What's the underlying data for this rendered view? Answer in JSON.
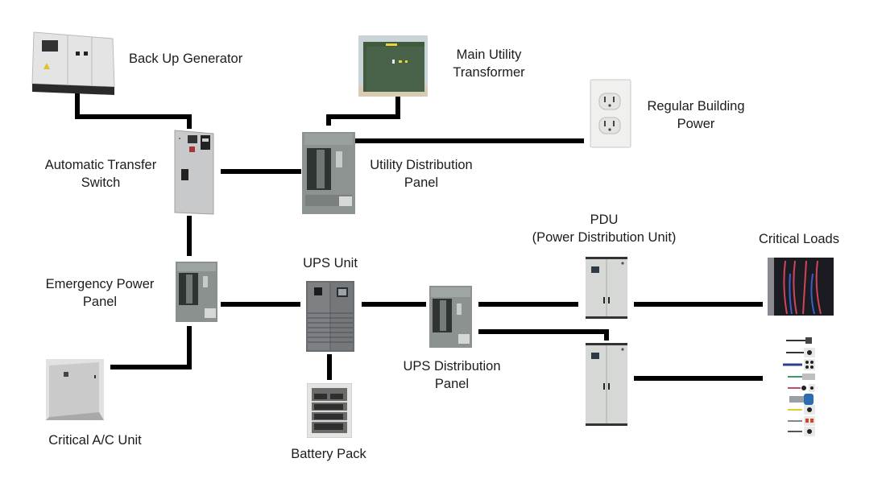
{
  "diagram": {
    "type": "power-distribution-flow",
    "components": {
      "generator": {
        "label_lines": [
          "Back Up Generator"
        ]
      },
      "transformer": {
        "label_lines": [
          "Main Utility",
          "Transformer"
        ]
      },
      "building_power": {
        "label_lines": [
          "Regular Building",
          "Power"
        ]
      },
      "ats": {
        "label_lines": [
          "Automatic Transfer",
          "Switch"
        ]
      },
      "utility_panel": {
        "label_lines": [
          "Utility Distribution",
          "Panel"
        ]
      },
      "emergency_panel": {
        "label_lines": [
          "Emergency Power",
          "Panel"
        ]
      },
      "ups_unit": {
        "label_lines": [
          "UPS Unit"
        ]
      },
      "ups_panel": {
        "label_lines": [
          "UPS Distribution",
          "Panel"
        ]
      },
      "pdu": {
        "label_lines": [
          "PDU",
          "(Power Distribution Unit)"
        ]
      },
      "critical_loads": {
        "label_lines": [
          "Critical Loads"
        ]
      },
      "ac_unit": {
        "label_lines": [
          "Critical A/C Unit"
        ]
      },
      "battery_pack": {
        "label_lines": [
          "Battery Pack"
        ]
      }
    },
    "connections": [
      [
        "generator",
        "ats"
      ],
      [
        "transformer",
        "utility_panel"
      ],
      [
        "utility_panel",
        "building_power"
      ],
      [
        "ats",
        "utility_panel"
      ],
      [
        "ats",
        "emergency_panel"
      ],
      [
        "emergency_panel",
        "ups_unit"
      ],
      [
        "emergency_panel",
        "ac_unit"
      ],
      [
        "ups_unit",
        "battery_pack"
      ],
      [
        "ups_unit",
        "ups_panel"
      ],
      [
        "ups_panel",
        "pdu_1"
      ],
      [
        "ups_panel",
        "pdu_2"
      ],
      [
        "pdu_1",
        "critical_loads_servers"
      ],
      [
        "pdu_2",
        "critical_loads_connectors"
      ]
    ],
    "colors": {
      "wire": "#000000",
      "transformer_green": "#3f5a3c",
      "cabinet_grey": "#cfd2d2",
      "panel_grey": "#7e8684"
    }
  }
}
